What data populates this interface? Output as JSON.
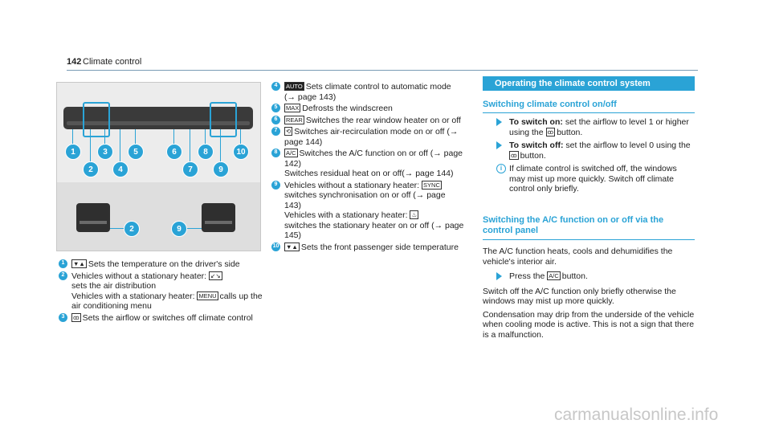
{
  "header": {
    "page_number": "142",
    "title": "Climate control"
  },
  "figure": {
    "top_callouts": [
      "1",
      "2",
      "3",
      "4",
      "5",
      "6",
      "7",
      "8",
      "9",
      "10"
    ],
    "bottom_callouts": [
      "2",
      "9"
    ]
  },
  "left_items": [
    {
      "num": "1",
      "symbol": "▼▲",
      "text": "Sets the temperature on the driver's side"
    },
    {
      "num": "2",
      "text": "Vehicles without a stationary heater:",
      "symbol": "↙↘",
      "text2": "sets the air distribution",
      "text3": "Vehicles with a stationary heater:",
      "symbol2": "MENU",
      "text4": "calls up the air conditioning menu"
    },
    {
      "num": "3",
      "symbol": "ꝏ",
      "text": "Sets the airflow or switches off climate control"
    }
  ],
  "mid_items": [
    {
      "num": "4",
      "symbol": "AUTO",
      "text": "Sets climate control to automatic mode (→ page 143)"
    },
    {
      "num": "5",
      "symbol": "MAX",
      "text": "Defrosts the windscreen"
    },
    {
      "num": "6",
      "symbol": "REAR",
      "text": "Switches the rear window heater on or off"
    },
    {
      "num": "7",
      "symbol": "⟲",
      "text": "Switches air-recirculation mode on or off (→ page 144)"
    },
    {
      "num": "8",
      "symbol": "A/C",
      "text": "Switches the A/C function on or off (→ page 142)",
      "text2": "Switches residual heat on or off(→ page 144)"
    },
    {
      "num": "9",
      "text": "Vehicles without a stationary heater:",
      "symbol": "SYNC",
      "text2": "switches synchronisation on or off (→ page 143)",
      "text3": "Vehicles with a stationary heater:",
      "symbol2": "♨",
      "text4": "switches the stationary heater on or off (→ page 145)"
    },
    {
      "num": "10",
      "symbol": "▼▲",
      "text": "Sets the front passenger side temperature"
    }
  ],
  "right": {
    "section_title": "Operating the climate control system",
    "sub1": "Switching climate control on/off",
    "on_label": "To switch on:",
    "on_text": "set the airflow to level 1 or higher using the",
    "on_symbol": "ꝏ",
    "on_tail": "button.",
    "off_label": "To switch off:",
    "off_text": "set the airflow to level 0 using the",
    "off_symbol": "ꝏ",
    "off_tail": "button.",
    "info": "If climate control is switched off, the windows may mist up more quickly. Switch off climate control only briefly.",
    "sub2_line1": "Switching the A/C function on or off via the",
    "sub2_line2": "control panel",
    "para1": "The A/C function heats, cools and dehumidifies the vehicle's interior air.",
    "press_pre": "Press the",
    "press_symbol": "A/C",
    "press_tail": "button.",
    "para2": "Switch off the A/C function only briefly otherwise the windows may mist up more quickly.",
    "para3": "Condensation may drip from the underside of the vehicle when cooling mode is active. This is not a sign that there is a malfunction."
  },
  "watermark": "carmanualsonline.info",
  "colors": {
    "accent": "#2aa3d6",
    "panel": "#3a3a3a"
  }
}
